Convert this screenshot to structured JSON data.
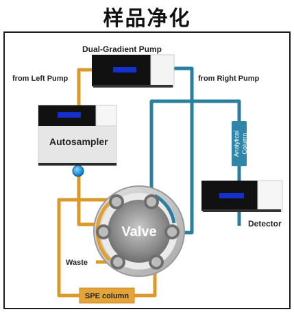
{
  "title": "样品净化",
  "labels": {
    "dual_gradient_pump": "Dual-Gradient Pump",
    "from_left_pump": "from Left Pump",
    "from_right_pump": "from Right Pump",
    "autosampler": "Autosampler",
    "analytical_column_line1": "Analytical",
    "analytical_column_line2": "Column",
    "detector": "Detector",
    "valve": "Valve",
    "waste": "Waste",
    "spe_column": "SPE column"
  },
  "colors": {
    "orange_line": "#d99a2b",
    "blue_line": "#2a7fa0",
    "column_fill": "#2f86a8",
    "spe_fill": "#e4a43a",
    "device_body": "#111111",
    "device_display": "#1530c8",
    "valve_ring": "#bdbdbd",
    "valve_core": "#8a8a8a"
  }
}
